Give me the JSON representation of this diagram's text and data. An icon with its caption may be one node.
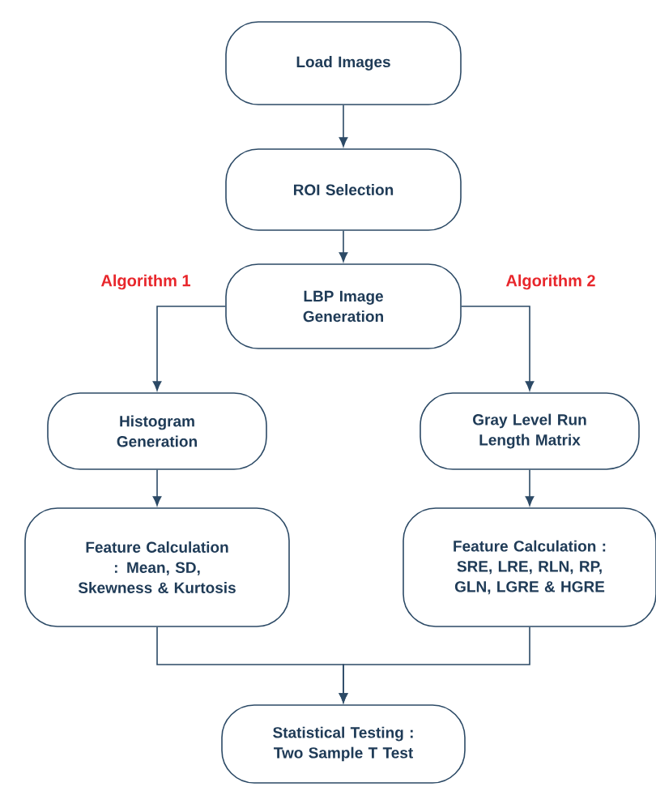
{
  "diagram": {
    "nodes": [
      {
        "text": [
          "Load Images"
        ]
      },
      {
        "text": [
          "ROI Selection"
        ]
      },
      {
        "text": [
          "LBP Image Generation"
        ]
      },
      {
        "text": [
          "Histogram Generation"
        ]
      },
      {
        "text": [
          "Gray Level Run Length Matrix"
        ]
      },
      {
        "text": [
          "Feature Calculation : Mean, SD, Skewness & Kurtosis"
        ]
      },
      {
        "text": [
          "Feature Calculation : SRE, LRE, RLN, RP, GLN, LGRE & HGRE"
        ]
      },
      {
        "text": [
          "Statistical Testing : Two Sample T Test"
        ]
      }
    ],
    "edges": [
      {
        "from": 0,
        "to": 1,
        "arrow": "to"
      },
      {
        "from": 1,
        "to": 2,
        "arrow": "to"
      },
      {
        "from": 2,
        "to": 3,
        "arrow": "to"
      },
      {
        "from": 2,
        "to": 4,
        "arrow": "to"
      },
      {
        "from": 3,
        "to": 5,
        "arrow": "to"
      },
      {
        "from": 4,
        "to": 6,
        "arrow": "to"
      },
      {
        "from": 5,
        "to": 7,
        "arrow": "to"
      },
      {
        "from": 6,
        "to": 7,
        "arrow": "to"
      }
    ],
    "labels": [
      "Algorithm 1",
      "Algorithm 2"
    ]
  }
}
